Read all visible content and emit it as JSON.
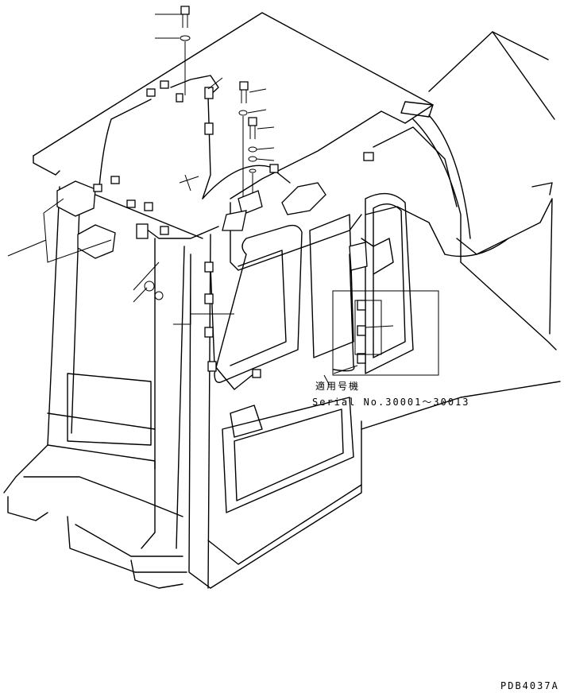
{
  "applicability": {
    "heading": "適用号機",
    "serial": "Serial No.30001～30013"
  },
  "drawing_code": "PDB4037A"
}
